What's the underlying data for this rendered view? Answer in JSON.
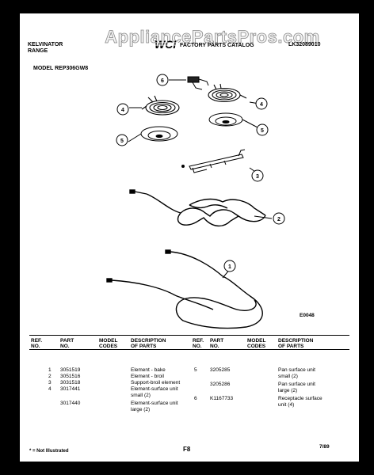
{
  "watermark": "AppliancePartsPros.com",
  "header": {
    "brand_line1": "KELVINATOR",
    "brand_line2": "RANGE",
    "logo": "WCI",
    "catalog_title": "FACTORY PARTS CATALOG",
    "catalog_number": "LK32089010",
    "model_line": "MODEL REP306GW8"
  },
  "diagram": {
    "callouts": [
      "6",
      "4",
      "4",
      "5",
      "5",
      "3",
      "2",
      "1"
    ],
    "figure_code": "E0048"
  },
  "table": {
    "headers": [
      {
        "line1": "REF.",
        "line2": "NO."
      },
      {
        "line1": "PART",
        "line2": "NO."
      },
      {
        "line1": "MODEL",
        "line2": "CODES"
      },
      {
        "line1": "DESCRIPTION",
        "line2": "OF PARTS"
      },
      {
        "line1": "REF.",
        "line2": "NO."
      },
      {
        "line1": "PART",
        "line2": "NO."
      },
      {
        "line1": "MODEL",
        "line2": "CODES"
      },
      {
        "line1": "DESCRIPTION",
        "line2": "OF PARTS"
      }
    ],
    "left_rows": [
      {
        "ref": "1",
        "part": "3051519",
        "desc": "Element - bake"
      },
      {
        "ref": "2",
        "part": "3051516",
        "desc": "Element - broil"
      },
      {
        "ref": "3",
        "part": "3031518",
        "desc": "Support-broil element"
      },
      {
        "ref": "4",
        "part": "3017441",
        "desc": "Element-surface unit"
      },
      {
        "ref": "",
        "part": "",
        "desc": "small (2)"
      },
      {
        "ref": "",
        "part": "3017440",
        "desc": "Element-surface unit"
      },
      {
        "ref": "",
        "part": "",
        "desc": "large (2)"
      }
    ],
    "right_rows": [
      {
        "ref": "5",
        "part": "3205285",
        "desc": "Pan surface unit"
      },
      {
        "ref": "",
        "part": "",
        "desc": "small (2)"
      },
      {
        "ref": "",
        "part": "3205286",
        "desc": "Pan surface unit"
      },
      {
        "ref": "",
        "part": "",
        "desc": "large (2)"
      },
      {
        "ref": "6",
        "part": "K1167733",
        "desc": "Receptacle surface"
      },
      {
        "ref": "",
        "part": "",
        "desc": "unit (4)"
      }
    ]
  },
  "footer": {
    "note": "* = Not Illustrated",
    "page": "F8",
    "date": "7/89"
  }
}
